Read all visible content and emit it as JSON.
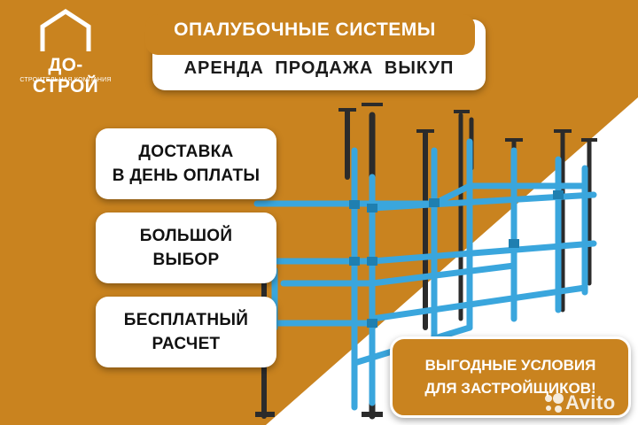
{
  "logo": {
    "name": "ДО-СТРОЙ",
    "subtitle": "СТРОИТЕЛЬНАЯ КОМПАНИЯ"
  },
  "header": {
    "title": "ОПАЛУБОЧНЫЕ СИСТЕМЫ",
    "subtitle": "АРЕНДА  ПРОДАЖА  ВЫКУП"
  },
  "features": [
    {
      "text": "ДОСТАВКА\nВ ДЕНЬ ОПЛАТЫ"
    },
    {
      "text": "БОЛЬШОЙ\nВЫБОР"
    },
    {
      "text": "БЕСПЛАТНЫЙ\nРАСЧЕТ"
    }
  ],
  "promo": {
    "text": "ВЫГОДНЫЕ УСЛОВИЯ\nДЛЯ ЗАСТРОЙЩИКОВ!"
  },
  "watermark": {
    "text": "Avito"
  },
  "colors": {
    "brand_orange": "#c9831f",
    "scaffold_blue": "#3aa6dd",
    "prop_dark": "#2b2b2b"
  }
}
